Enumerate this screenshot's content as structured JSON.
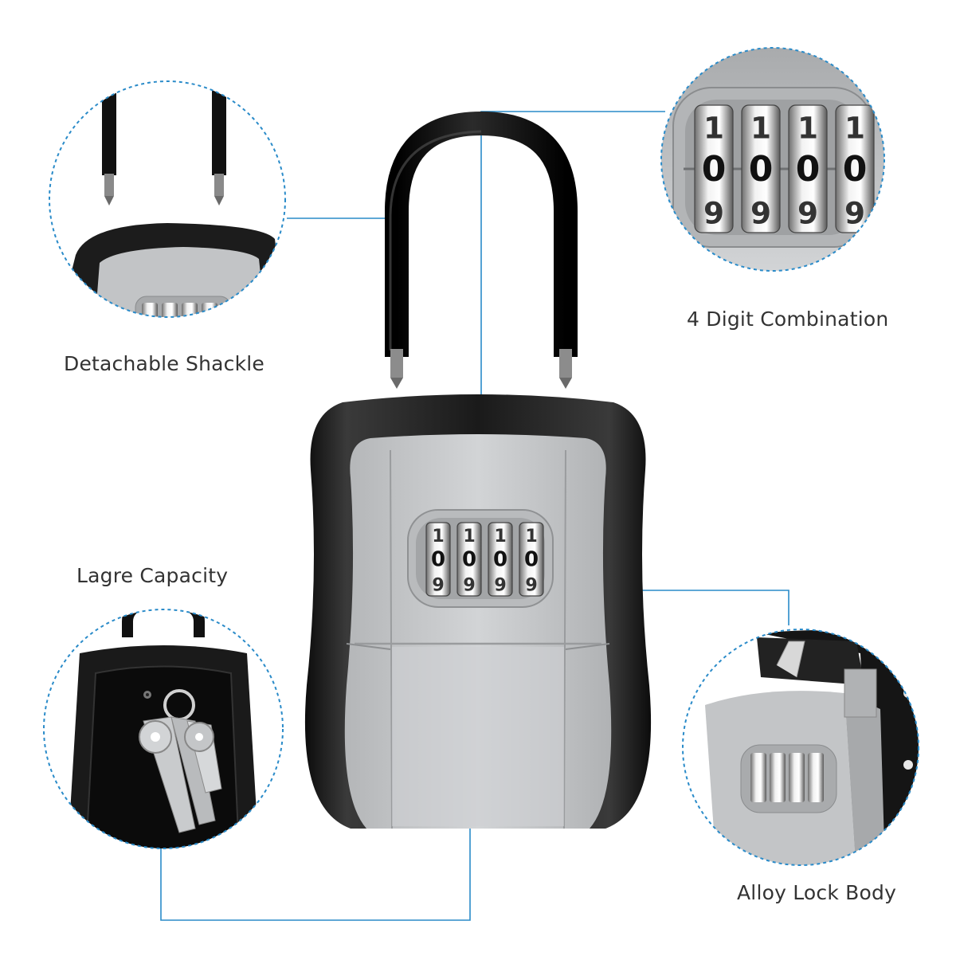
{
  "labels": {
    "detachable_shackle": "Detachable Shackle",
    "digit_combination": "4 Digit Combination",
    "large_capacity": "Lagre Capacity",
    "alloy_lock_body": "Alloy Lock Body"
  },
  "dial": {
    "top_digit": "1",
    "middle_digit": "0",
    "bottom_digit": "9"
  },
  "colors": {
    "callout_line": "#2a8bc9",
    "circle_outline": "#2a8bc9",
    "body_black": "#1b1b1b",
    "panel_silver": "#c7c9cb"
  }
}
